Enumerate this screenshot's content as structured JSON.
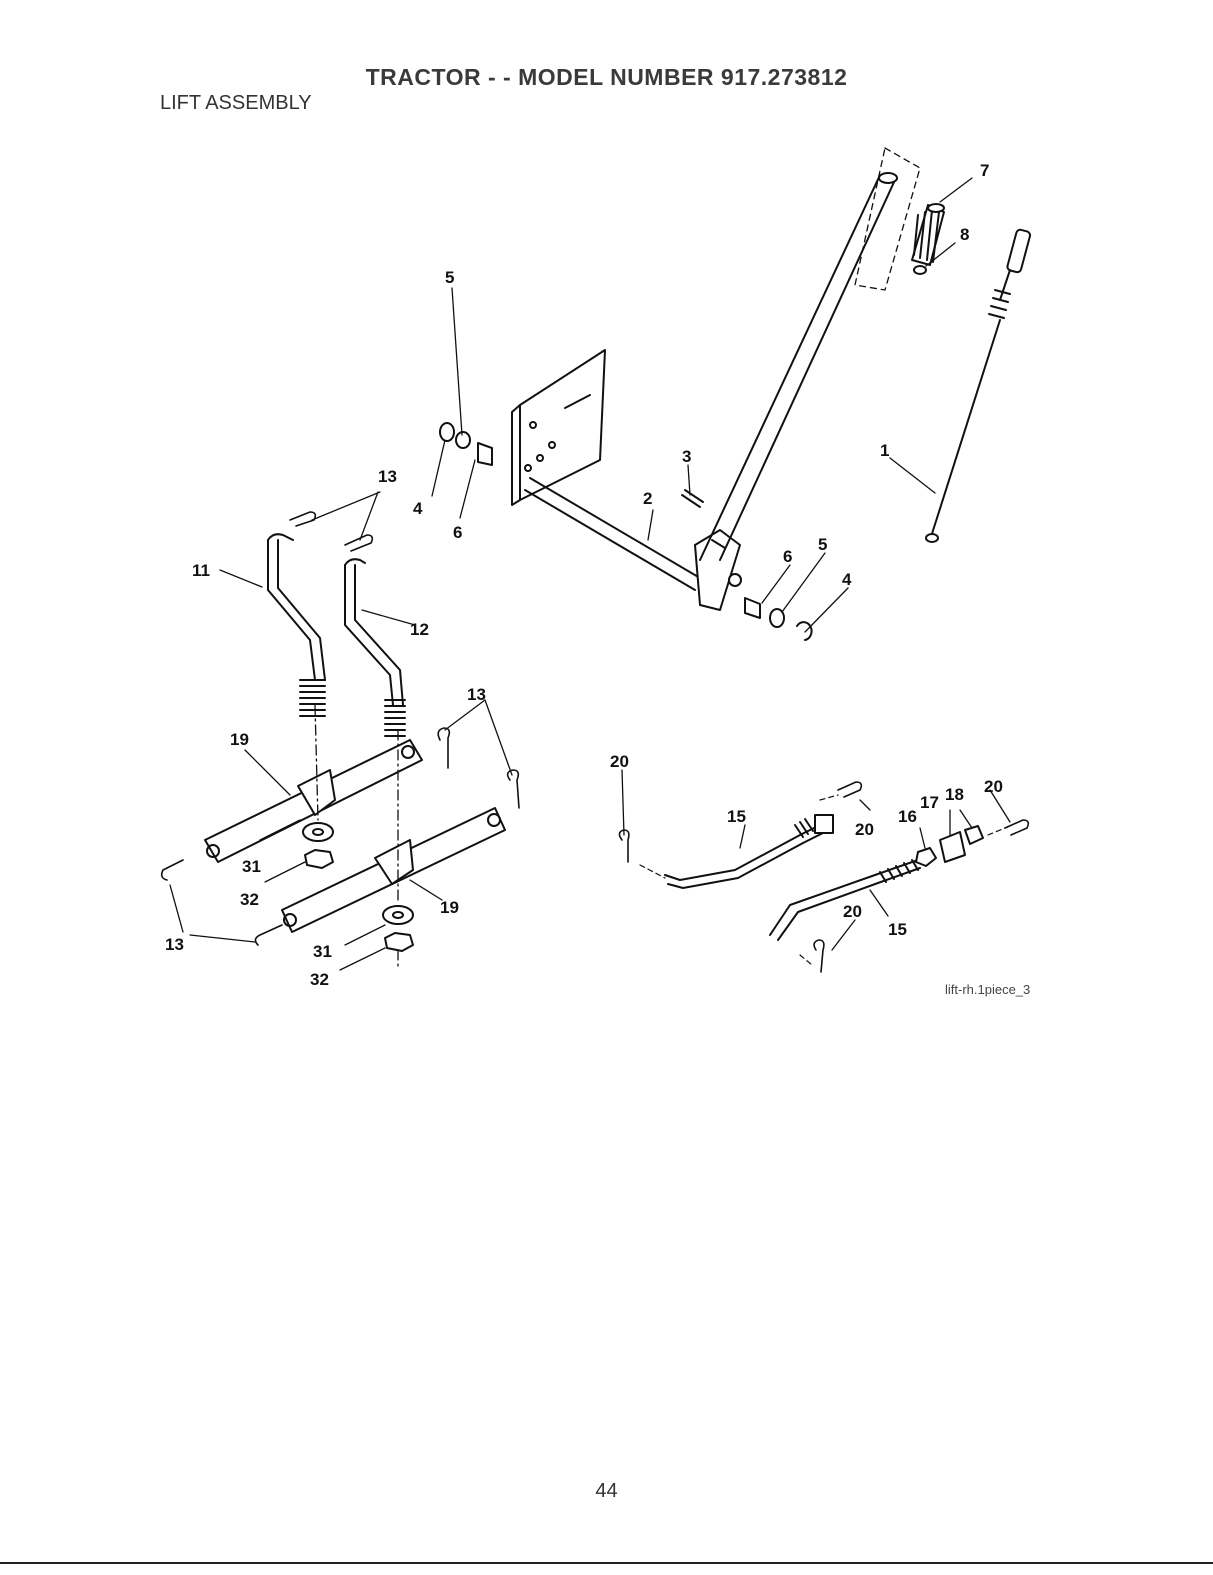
{
  "header": {
    "title": "TRACTOR - - MODEL NUMBER 917.273812",
    "subtitle": "LIFT ASSEMBLY"
  },
  "diagram": {
    "callouts": [
      "7",
      "8",
      "5",
      "3",
      "1",
      "13",
      "4",
      "6",
      "2",
      "6",
      "5",
      "11",
      "12",
      "4",
      "13",
      "19",
      "20",
      "15",
      "20",
      "16",
      "17",
      "18",
      "20",
      "31",
      "32",
      "19",
      "20",
      "15",
      "13",
      "31",
      "32"
    ],
    "reference_code": "lift-rh.1piece_3"
  },
  "footer": {
    "page_number": "44"
  }
}
